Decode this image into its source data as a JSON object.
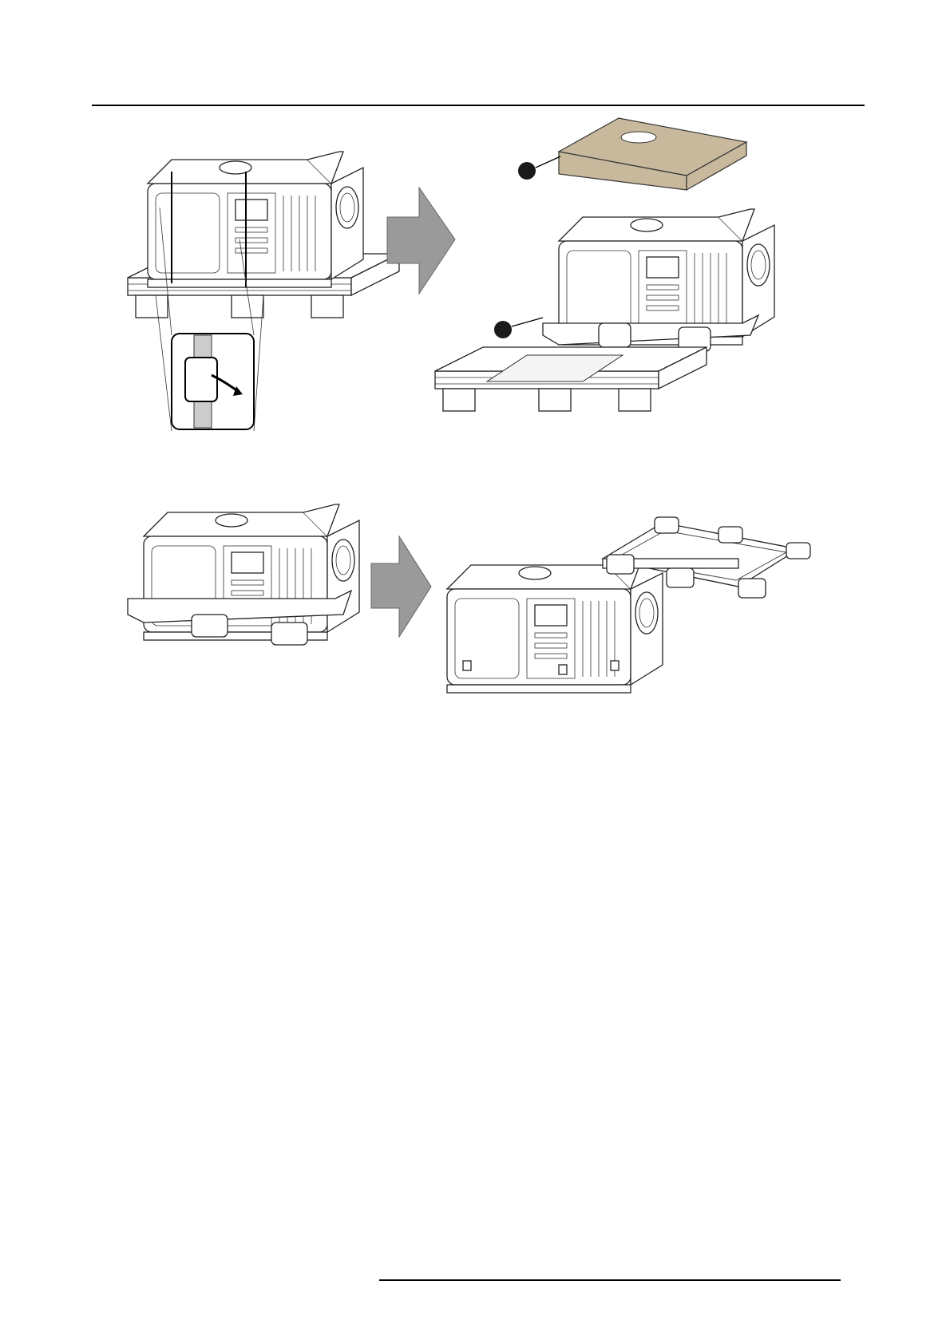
{
  "page": {
    "figures": [
      {
        "step": "unstrap"
      },
      {
        "step": "remove-cover"
      },
      {
        "step": "remove-frame"
      }
    ],
    "colors": {
      "cover": "#c8b99c",
      "arrow": "#9a9a9a",
      "callout": "#1a1a1a",
      "line": "#000000"
    }
  }
}
